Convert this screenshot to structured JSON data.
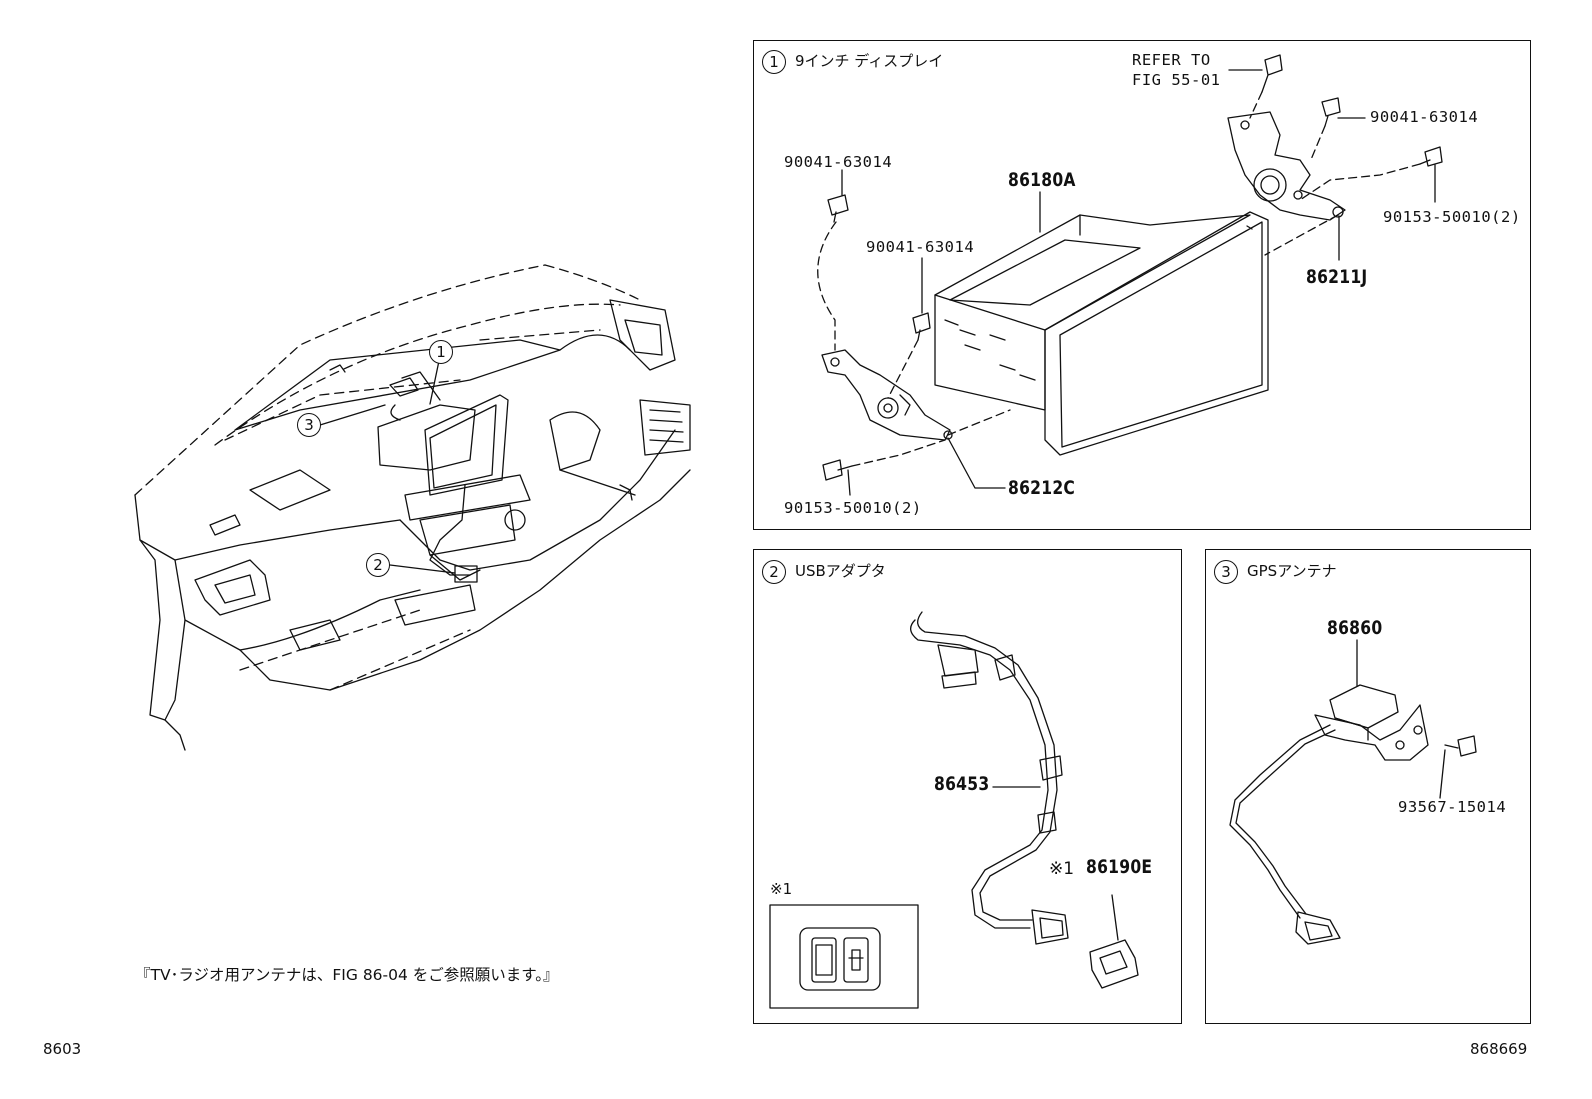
{
  "page_ids": {
    "left": "8603",
    "right": "868669"
  },
  "note": "『TV･ラジオ用アンテナは、FIG 86-04 をご参照願います。』",
  "callouts": {
    "one": "1",
    "two": "2",
    "three": "3"
  },
  "panel1": {
    "title": "9インチ ディスプレイ",
    "refer_line1": "REFER TO",
    "refer_line2": "FIG 55-01",
    "screw_top_right": "90041-63014",
    "screw_left_top": "90041-63014",
    "screw_left_mid": "90041-63014",
    "bolt_right": "90153-50010(2)",
    "bolt_left": "90153-50010(2)",
    "display": "86180A",
    "bracket_right": "86211J",
    "bracket_left": "86212C"
  },
  "panel2": {
    "title": "USBアダプタ",
    "harness": "86453",
    "jack_mark": "※1",
    "jack": "86190E",
    "inset_mark": "※1"
  },
  "panel3": {
    "title": "GPSアンテナ",
    "antenna": "86860",
    "screw": "93567-15014"
  }
}
